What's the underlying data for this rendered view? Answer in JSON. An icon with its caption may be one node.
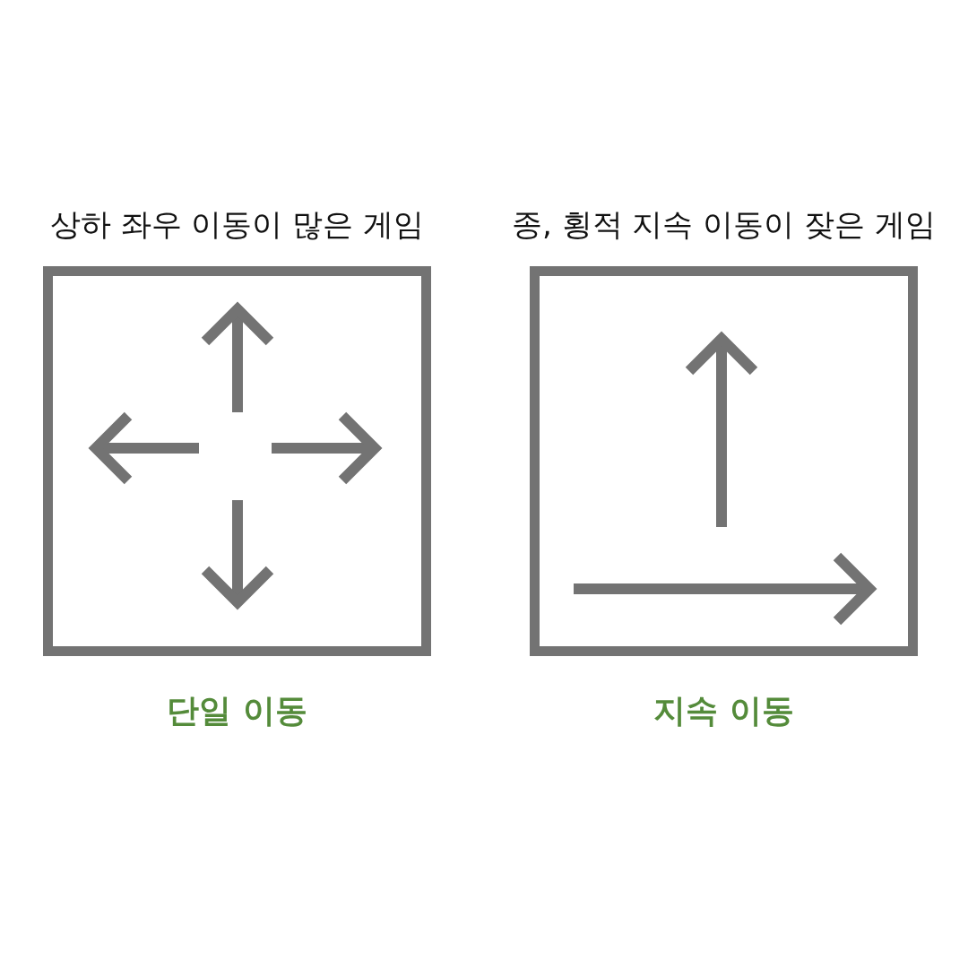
{
  "diagram": {
    "nodes": [
      {
        "text": [
          "상하 좌우 이동이 많은 게임"
        ],
        "beside": [
          "단일 이동"
        ]
      },
      {
        "text": [
          "종, 횡적 지속 이동이 잦은 게임"
        ],
        "beside": [
          "지속 이동"
        ]
      }
    ]
  }
}
